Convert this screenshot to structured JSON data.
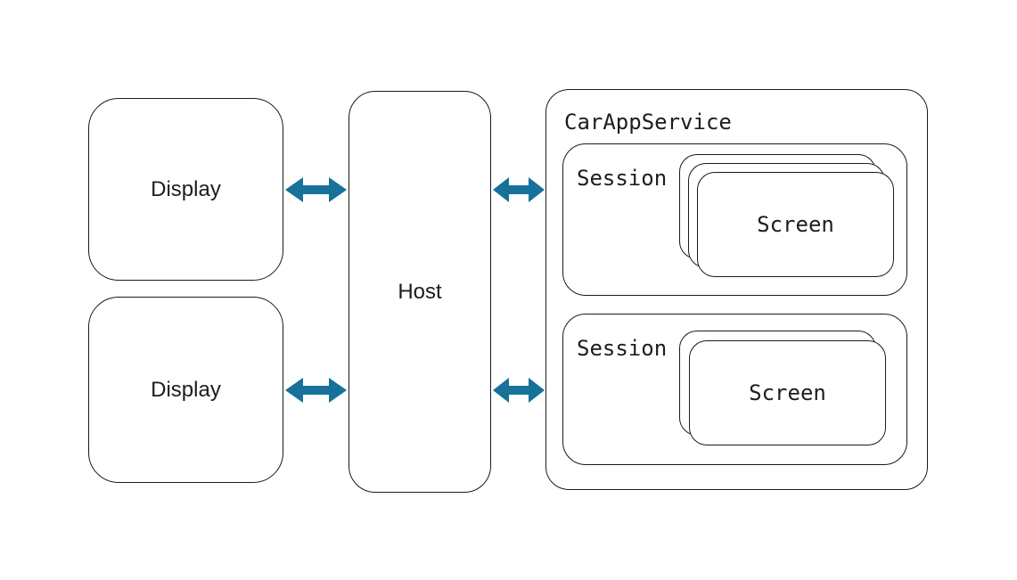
{
  "colors": {
    "arrow": "#17719B",
    "border": "#1a1a1a",
    "text": "#1d1d1d",
    "background": "#ffffff"
  },
  "diagram": {
    "display1": {
      "label": "Display"
    },
    "display2": {
      "label": "Display"
    },
    "host": {
      "label": "Host"
    },
    "car_app_service": {
      "title": "CarAppService",
      "session1": {
        "label": "Session",
        "screen": {
          "label": "Screen",
          "stack_count": 3
        }
      },
      "session2": {
        "label": "Session",
        "screen": {
          "label": "Screen",
          "stack_count": 2
        }
      }
    },
    "connections": [
      {
        "from": "Display",
        "to": "Host",
        "type": "bidirectional"
      },
      {
        "from": "Display",
        "to": "Host",
        "type": "bidirectional"
      },
      {
        "from": "Host",
        "to": "CarAppService",
        "type": "bidirectional"
      },
      {
        "from": "Host",
        "to": "CarAppService",
        "type": "bidirectional"
      }
    ]
  }
}
